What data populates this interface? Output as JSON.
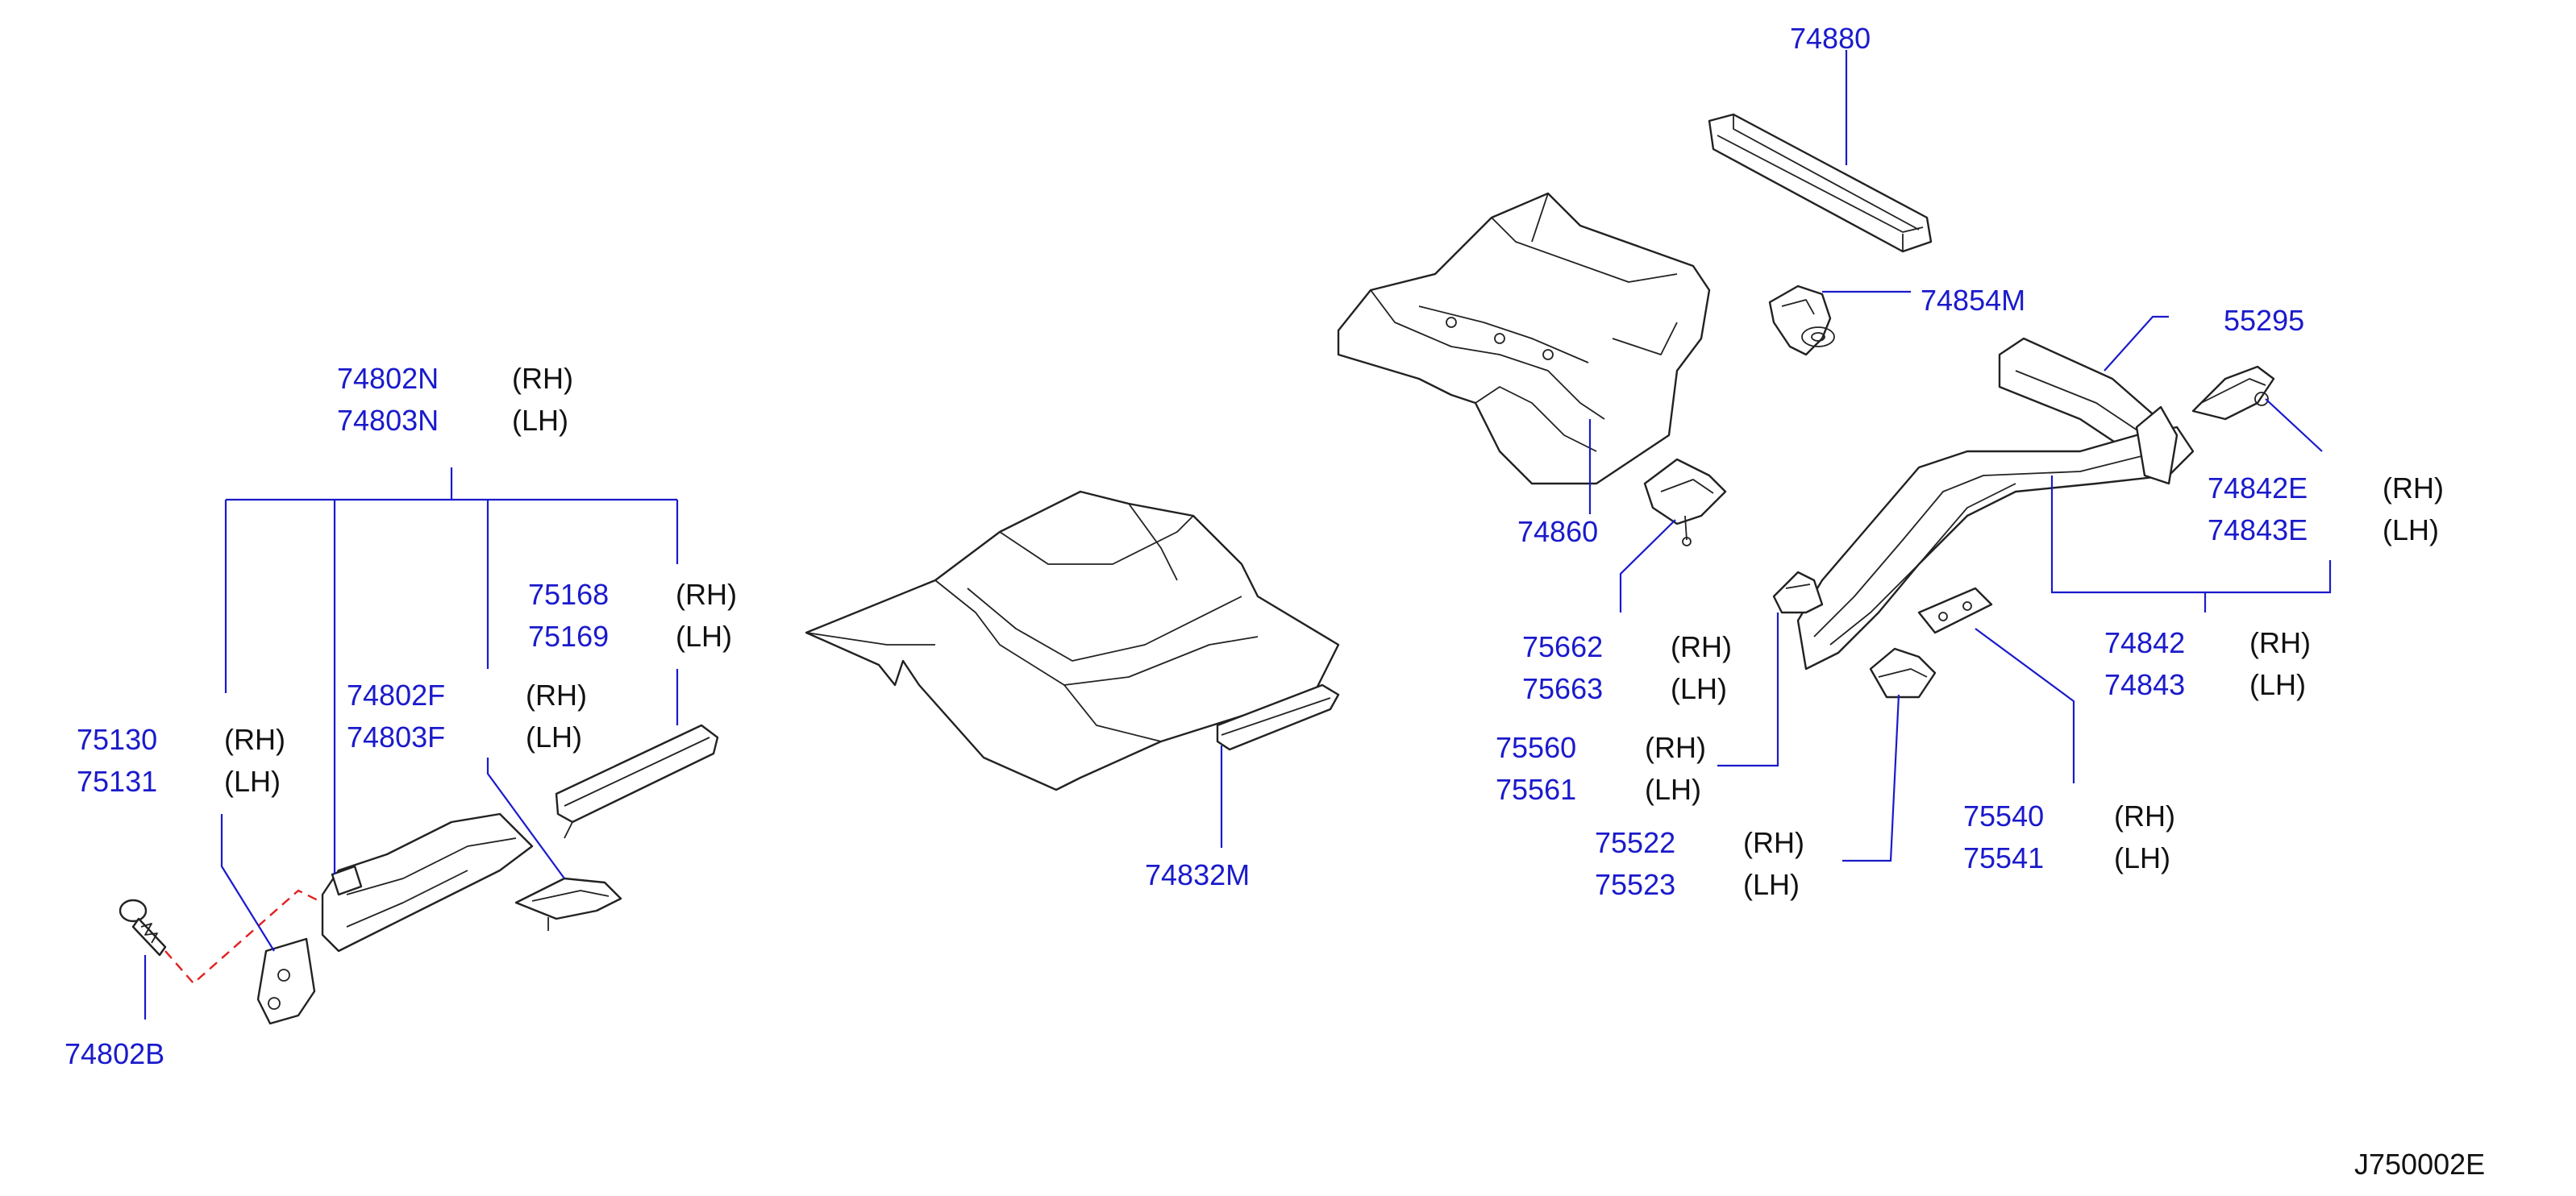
{
  "diagram_ref": "J750002E",
  "callouts": {
    "p74880": "74880",
    "p74854M": "74854M",
    "p55295": "55295",
    "p74860": "74860",
    "p74842E": "74842E",
    "p74843E": "74843E",
    "p74842": "74842",
    "p74843": "74843",
    "p75662": "75662",
    "p75663": "75663",
    "p75560": "75560",
    "p75561": "75561",
    "p75522": "75522",
    "p75523": "75523",
    "p75540": "75540",
    "p75541": "75541",
    "p74832M": "74832M",
    "p74802N": "74802N",
    "p74803N": "74803N",
    "p75168": "75168",
    "p75169": "75169",
    "p74802F": "74802F",
    "p74803F": "74803F",
    "p75130": "75130",
    "p75131": "75131",
    "p74802B": "74802B"
  },
  "sides": {
    "rh": "(RH)",
    "lh": "(LH)"
  },
  "colors": {
    "part_number": "#1a1acc",
    "side_label": "#111111",
    "linework": "#222222",
    "fastener_path": "#e02020"
  }
}
